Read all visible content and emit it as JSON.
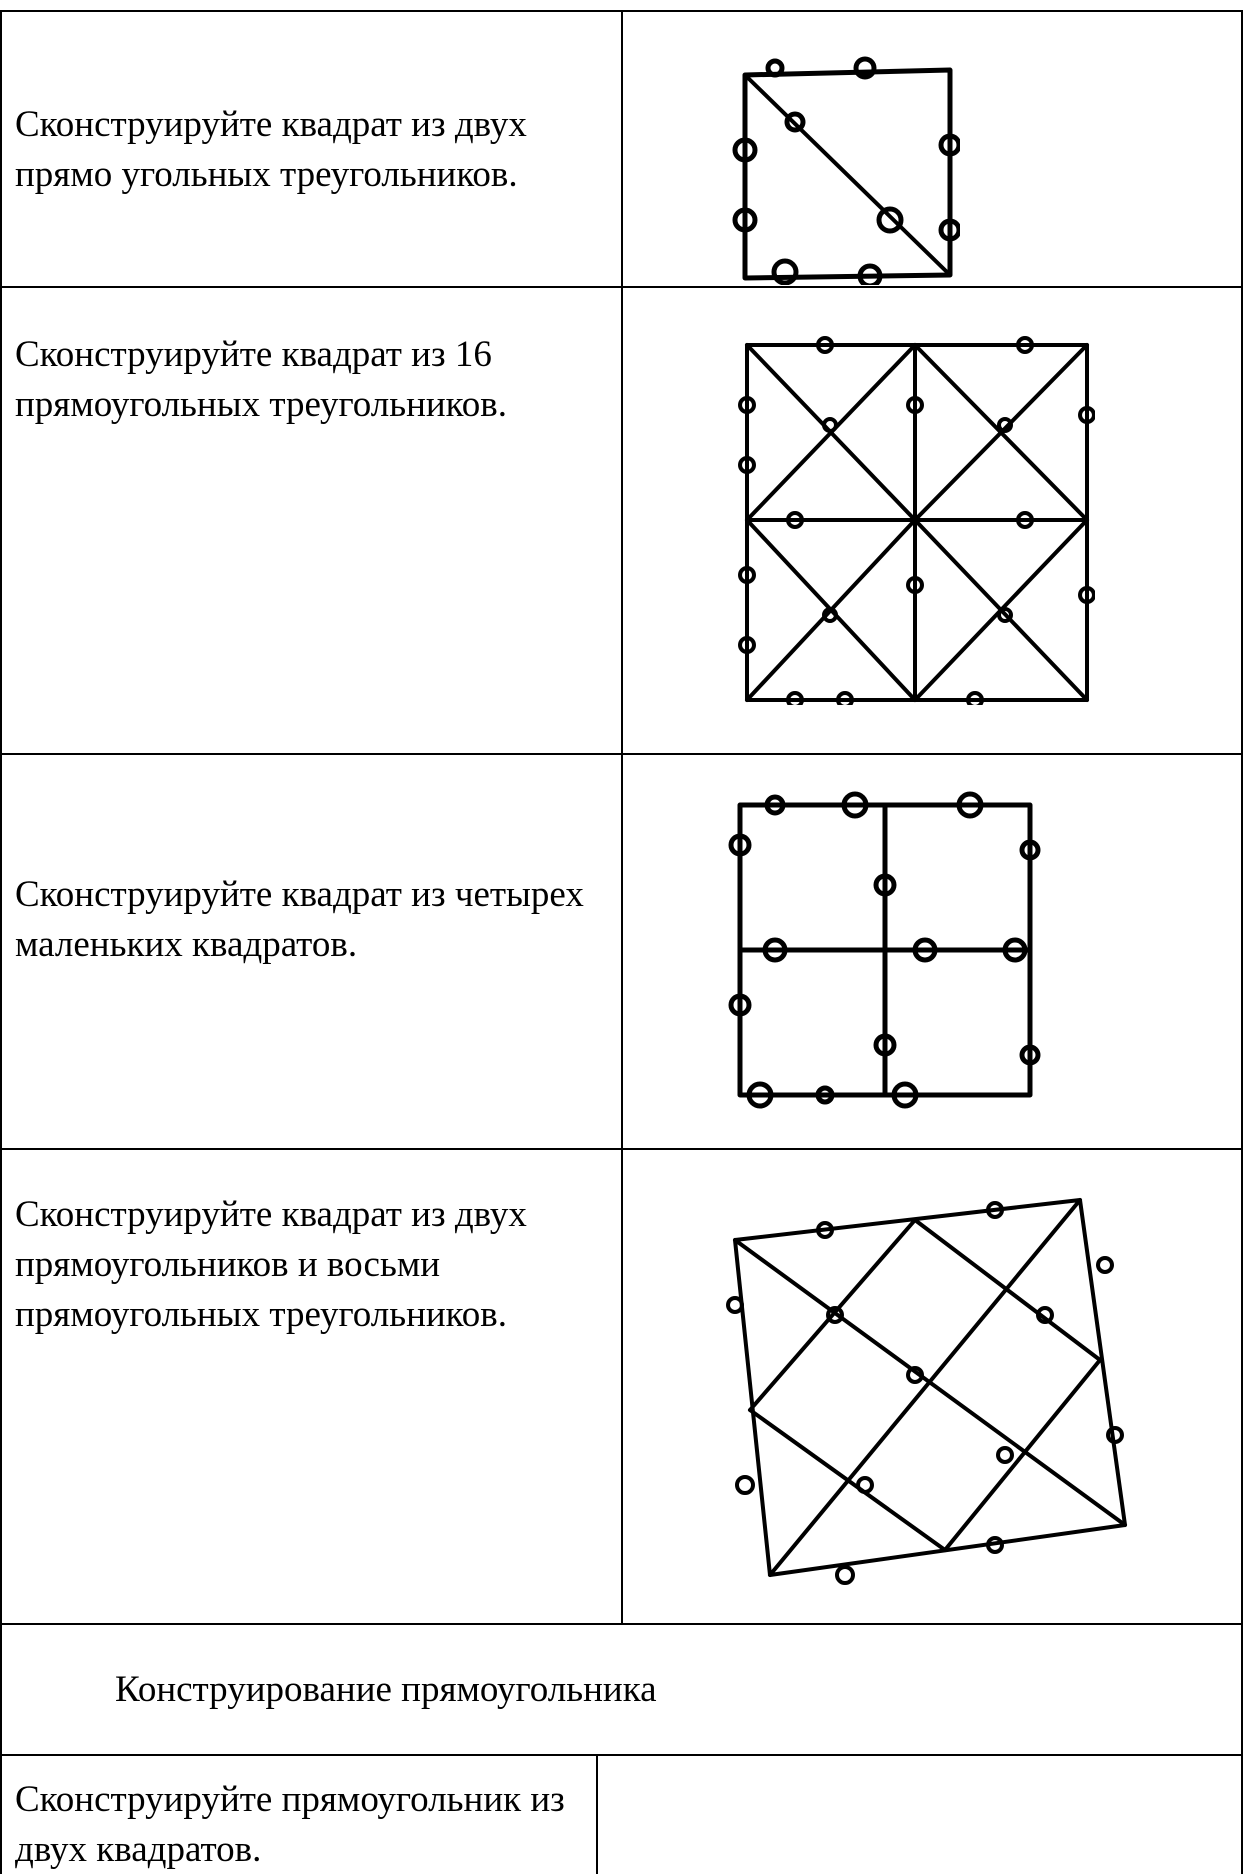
{
  "rows": [
    {
      "task": "Сконструируйте квадрат из двух\nпрямо угольных треугольников."
    },
    {
      "task": " Сконструируйте квадрат из 16\nпрямоугольных треугольников."
    },
    {
      "task": "Сконструируйте квадрат из четырех\nмаленьких квадратов."
    },
    {
      "task": " Сконструируйте квадрат из двух\nпрямоугольников и восьми\nпрямоугольных треугольников."
    }
  ],
  "section_title": "Конструирование прямоугольника",
  "last_row": {
    "task": "Сконструируйте прямоугольник из\nдвух квадратов."
  }
}
